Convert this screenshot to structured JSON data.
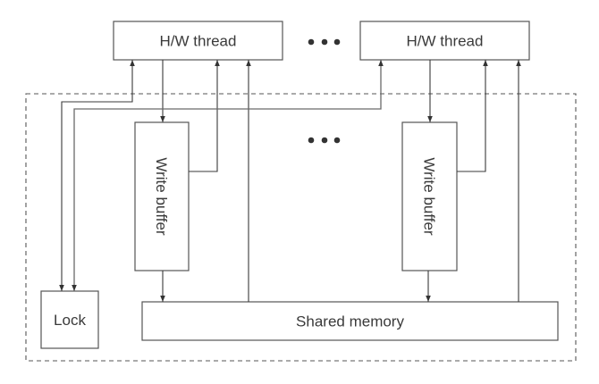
{
  "diagram": {
    "threads": [
      {
        "label": "H/W thread"
      },
      {
        "label": "H/W thread"
      }
    ],
    "write_buffers": [
      {
        "label": "Write buffer"
      },
      {
        "label": "Write buffer"
      }
    ],
    "lock": {
      "label": "Lock"
    },
    "shared_memory": {
      "label": "Shared memory"
    },
    "ellipsis": "..."
  }
}
